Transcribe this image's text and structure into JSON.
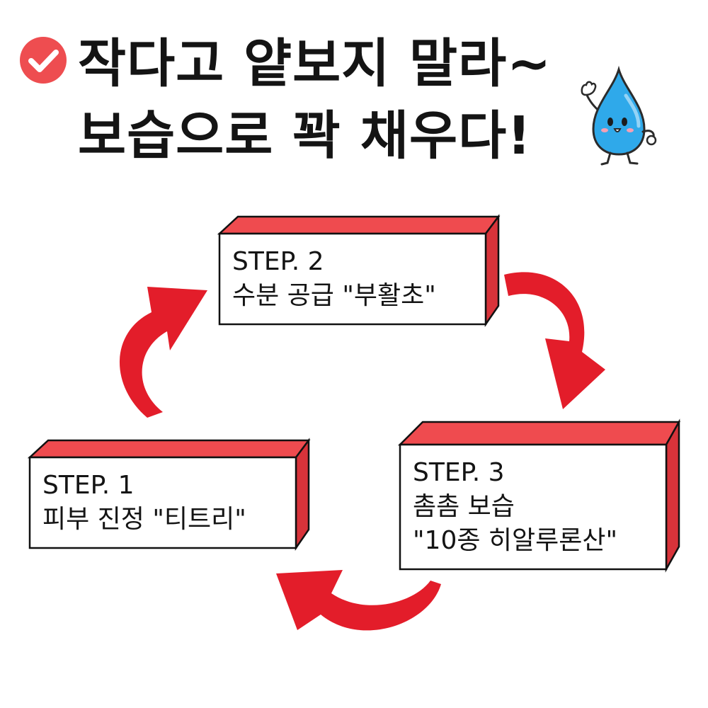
{
  "title": {
    "line1": "작다고 얕보지 말라~",
    "line2": "보습으로 꽉 채우다!"
  },
  "icons": {
    "badge": "check-circle-icon",
    "mascot": "water-drop-mascot-icon",
    "arrow": "curved-arrow-icon"
  },
  "colors": {
    "accent": "#ef4b4f",
    "accent_dark": "#d8333a",
    "arrow": "#e31d2a",
    "text": "#141414",
    "drop_blue": "#2fa9ea",
    "badge": "#ee4d50"
  },
  "steps": [
    {
      "label": "STEP. 1",
      "lines": [
        "피부 진정 \"티트리\""
      ]
    },
    {
      "label": "STEP. 2",
      "lines": [
        "수분 공급 \"부활초\""
      ]
    },
    {
      "label": "STEP. 3",
      "lines": [
        "촘촘 보습",
        "\"10종 히알루론산\""
      ]
    }
  ]
}
